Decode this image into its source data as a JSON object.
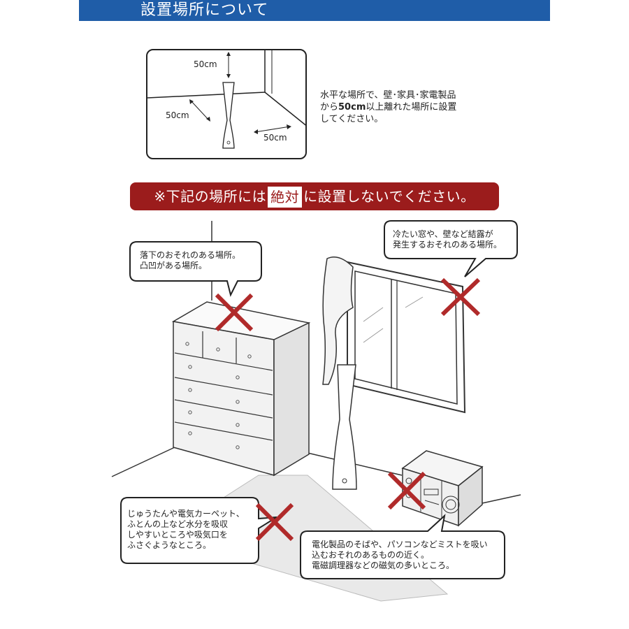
{
  "header": {
    "title": "設置場所について"
  },
  "top_diagram": {
    "dim_top": "50cm",
    "dim_left": "50cm",
    "dim_right": "50cm"
  },
  "instruction": {
    "line1": "水平な場所で、壁･家具･家電製品",
    "line2_prefix": "から",
    "line2_bold": "50cm",
    "line2_suffix": "以上離れた場所に設置",
    "line3": "してください。"
  },
  "warning": {
    "prefix": "※下記の場所には",
    "emphasis": "絶対",
    "suffix": "に設置しないでください。"
  },
  "callouts": {
    "fall": [
      "落下のおそれのある場所。",
      "凸凹がある場所。"
    ],
    "window": [
      "冷たい窓や、壁など結露が",
      "発生するおそれのある場所。"
    ],
    "carpet": [
      "じゅうたんや電気カーペット、",
      "ふとんの上など水分を吸収",
      "しやすいところや吸気口を",
      "ふさぐようなところ。"
    ],
    "electronics": [
      "電化製品のそばや、パソコンなどミストを吸い",
      "込むおそれのあるものの近く。",
      "電磁調理器などの磁気の多いところ。"
    ]
  },
  "colors": {
    "header_bg": "#1f5da8",
    "warning_bg": "#9b1c1c",
    "x_mark": "#b02a2a"
  }
}
